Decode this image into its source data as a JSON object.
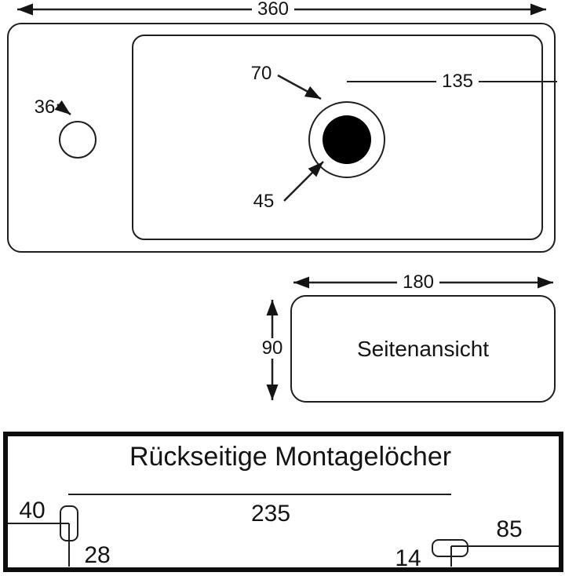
{
  "colors": {
    "ink": "#1a1a1a",
    "background": "#ffffff"
  },
  "top_view": {
    "overall_width": "360",
    "tap_hole_diameter": "36",
    "drain_outer_diameter": "70",
    "drain_inner_diameter": "45",
    "drain_to_edge": "135"
  },
  "side_view": {
    "width": "180",
    "height": "90",
    "caption": "Seitenansicht"
  },
  "mounting_holes": {
    "title": "Rückseitige Montagelöcher",
    "left_edge_offset": "40",
    "hole_spacing": "235",
    "right_edge_offset": "85",
    "left_hole_bottom_offset": "28",
    "right_hole_bottom_offset": "14"
  }
}
